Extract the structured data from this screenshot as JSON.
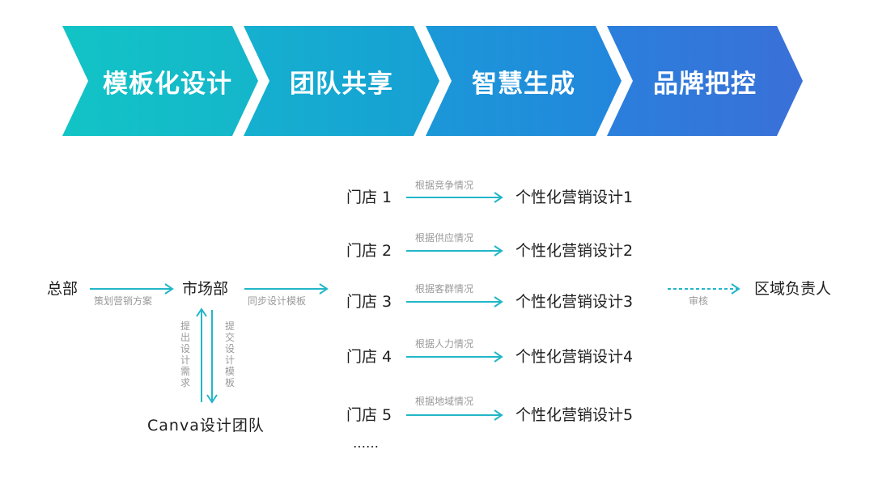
{
  "stages": [
    "模板化设计",
    "团队共享",
    "智慧生成",
    "品牌把控"
  ],
  "flow": {
    "hq": "总部",
    "hq_to_market": "策划营销方案",
    "market": "市场部",
    "market_to_stores": "同步设计模板",
    "team": "Canva设计团队",
    "up_label": "提出设计需求",
    "down_label": "提交设计模板",
    "stores": [
      {
        "name": "门店 1",
        "basis": "根据竞争情况",
        "design": "个性化营销设计1"
      },
      {
        "name": "门店 2",
        "basis": "根据供应情况",
        "design": "个性化营销设计2"
      },
      {
        "name": "门店 3",
        "basis": "根据客群情况",
        "design": "个性化营销设计3"
      },
      {
        "name": "门店 4",
        "basis": "根据人力情况",
        "design": "个性化营销设计4"
      },
      {
        "name": "门店 5",
        "basis": "根据地域情况",
        "design": "个性化营销设计5"
      }
    ],
    "ellipsis": "……",
    "review": "审核",
    "regional": "区域负责人"
  },
  "colors": {
    "arrow": "#22b6c8",
    "chevron_1": "#12c4c6",
    "chevron_2": "#17a6d2",
    "chevron_3": "#208cda",
    "chevron_4": "#3574d9"
  }
}
